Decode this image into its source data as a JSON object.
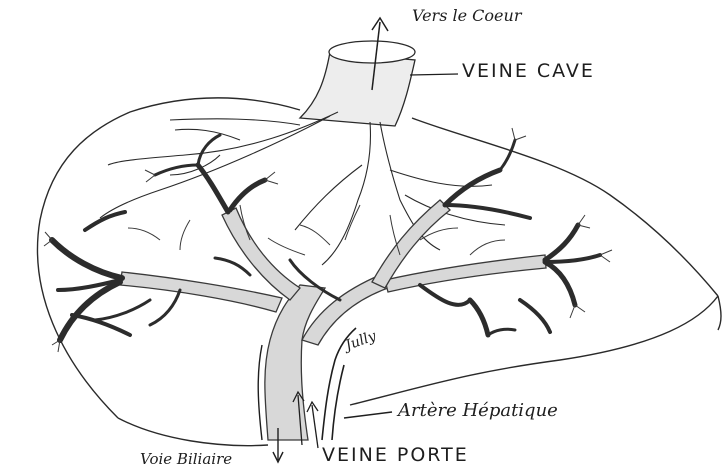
{
  "diagram": {
    "labels": {
      "vers_coeur": "Vers le Coeur",
      "veine_cave": "VEINE CAVE",
      "artere_hepatique": "Artère Hépatique",
      "veine_porte": "VEINE PORTE",
      "voie_biliaire": "Voie Biliaire"
    },
    "signature": "Jully",
    "colors": {
      "ink": "#1e1e1e",
      "vessel_fill": "#d8d8d8",
      "vessel_edge": "#3a3a3a",
      "paper": "#ffffff"
    }
  }
}
